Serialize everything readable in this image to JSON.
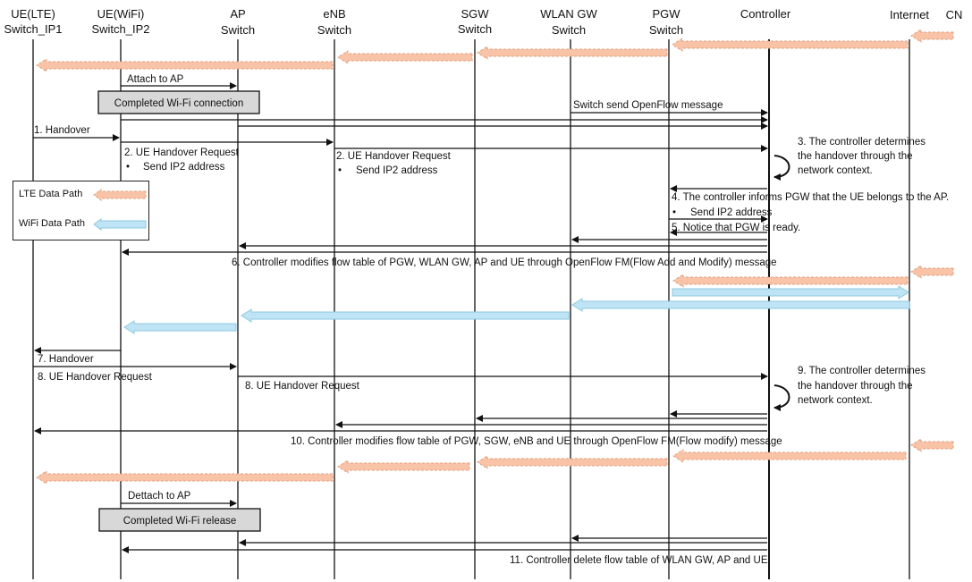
{
  "entities": [
    {
      "id": "ue_lte",
      "line1": "UE(LTE)",
      "line2": "Switch_IP1"
    },
    {
      "id": "ue_wifi",
      "line1": "UE(WiFi)",
      "line2": "Switch_IP2"
    },
    {
      "id": "ap",
      "line1": "AP",
      "line2": "Switch"
    },
    {
      "id": "enb",
      "line1": "eNB",
      "line2": "Switch"
    },
    {
      "id": "sgw",
      "line1": "SGW",
      "line2": "Switch"
    },
    {
      "id": "wlan_gw",
      "line1": "WLAN GW",
      "line2": "Switch"
    },
    {
      "id": "pgw",
      "line1": "PGW",
      "line2": "Switch"
    },
    {
      "id": "controller",
      "line1": "Controller",
      "line2": ""
    },
    {
      "id": "internet",
      "line1": "Internet",
      "line2": ""
    },
    {
      "id": "cn",
      "line1": "CN",
      "line2": ""
    }
  ],
  "legend": {
    "lte_label": "LTE Data Path",
    "wifi_label": "WiFi Data Path"
  },
  "colors": {
    "lte_path": "#f8c3a6",
    "wifi_path": "#bfe4f5",
    "lte_border": "#e0a080",
    "wifi_border": "#8ec8e0"
  },
  "boxes": {
    "wifi_connect": "Completed Wi-Fi connection",
    "wifi_release": "Completed Wi-Fi release"
  },
  "messages": {
    "attach": "Attach to AP",
    "switch_send": "Switch send OpenFlow message",
    "handover1": "1. Handover",
    "ue_ho_req_2a": "2. UE Handover Request",
    "send_ip2_a": "Send IP2 address",
    "ue_ho_req_2b": "2. UE Handover Request",
    "send_ip2_b": "Send IP2 address",
    "step3_l1": "3.  The  controller  determines",
    "step3_l2": "the  handover  through  the",
    "step3_l3": "network context.",
    "step4": "4. The controller informs PGW that the UE belongs to the AP.",
    "step4_bullet": "Send IP2 address",
    "step5": "5. Notice that PGW is ready.",
    "step6": "6. Controller modifies flow table of PGW, WLAN GW, AP and UE through OpenFlow FM(Flow Add and Modify) message",
    "handover7": "7. Handover",
    "ue_ho_req_8a": "8. UE Handover Request",
    "ue_ho_req_8b": "8. UE Handover Request",
    "step9_l1": "9.  The  controller  determines",
    "step9_l2": "the  handover  through  the",
    "step9_l3": "network context.",
    "step10": "10. Controller modifies flow table of PGW, SGW, eNB and UE through OpenFlow FM(Flow modify) message",
    "detach": "Dettach to AP",
    "step11": "11. Controller delete flow table of WLAN GW, AP and UE"
  }
}
